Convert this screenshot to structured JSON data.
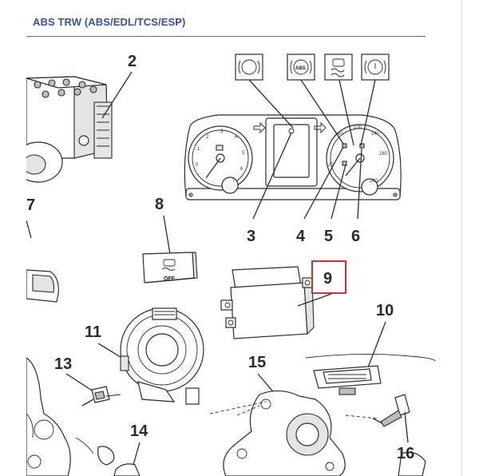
{
  "header": {
    "title": "ABS TRW (ABS/EDL/TCS/ESP)"
  },
  "callouts": [
    {
      "id": "2",
      "label": "2"
    },
    {
      "id": "3",
      "label": "3"
    },
    {
      "id": "4",
      "label": "4"
    },
    {
      "id": "5",
      "label": "5"
    },
    {
      "id": "6",
      "label": "6"
    },
    {
      "id": "7",
      "label": "7"
    },
    {
      "id": "8",
      "label": "8"
    },
    {
      "id": "9",
      "label": "9",
      "highlighted": true
    },
    {
      "id": "10",
      "label": "10"
    },
    {
      "id": "11",
      "label": "11"
    },
    {
      "id": "13",
      "label": "13"
    },
    {
      "id": "14",
      "label": "14"
    },
    {
      "id": "15",
      "label": "15"
    },
    {
      "id": "16",
      "label": "16"
    }
  ],
  "warning_icons": {
    "abs_label": "ABS",
    "esp_off_label": "OFF"
  },
  "speedometer_ticks": [
    "20",
    "60",
    "100",
    "140",
    "180",
    "240"
  ],
  "highlight_color": "#d0302f",
  "title_color": "#3d4f9a"
}
